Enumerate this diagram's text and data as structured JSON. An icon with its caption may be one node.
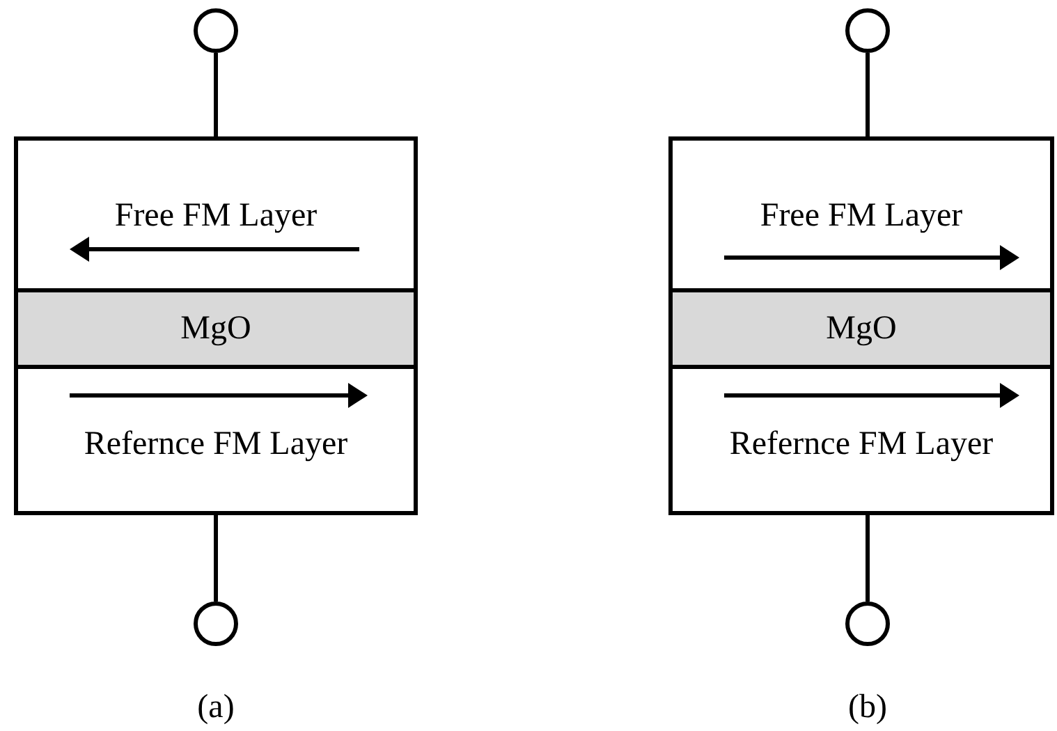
{
  "diagram": {
    "nodes": [
      {
        "text": [],
        "shape": "circle"
      },
      {
        "text": [
          "Free FM Layer"
        ]
      },
      {
        "text": [
          "MgO"
        ]
      },
      {
        "text": [
          "Refernce FM Layer"
        ]
      },
      {
        "text": [],
        "shape": "circle"
      },
      {
        "text": [],
        "shape": "circle"
      },
      {
        "text": [
          "Free FM Layer"
        ]
      },
      {
        "text": [
          "MgO"
        ]
      },
      {
        "text": [
          "Refernce FM Layer"
        ]
      },
      {
        "text": [],
        "shape": "circle"
      }
    ],
    "edges": [
      {
        "from": 0,
        "to": 1,
        "arrow": "none"
      },
      {
        "from": 3,
        "to": 4,
        "arrow": "none"
      },
      {
        "from": 5,
        "to": 6,
        "arrow": "none"
      },
      {
        "from": 8,
        "to": 9,
        "arrow": "none"
      }
    ],
    "labels": [
      "(a)",
      "(b)"
    ]
  }
}
